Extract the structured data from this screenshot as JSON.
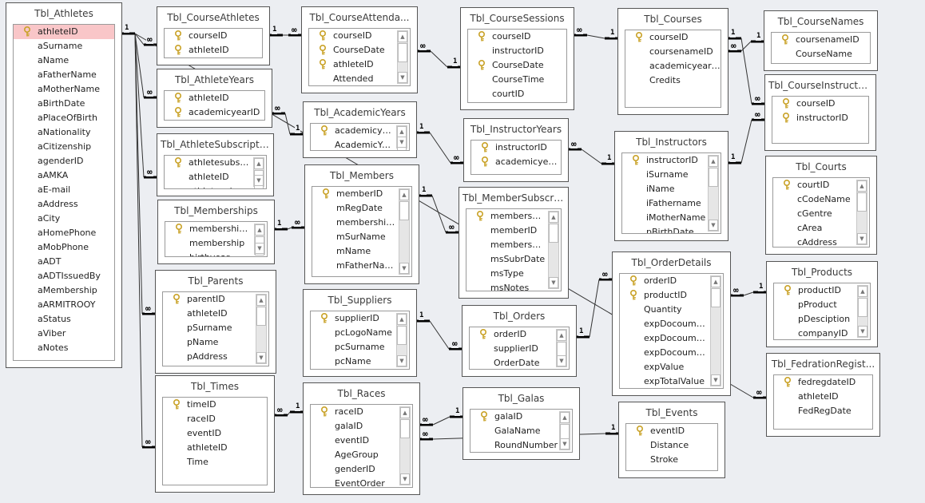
{
  "diagram": {
    "title": "Relationships",
    "symbols": {
      "one": "1",
      "many": "∞"
    },
    "colors": {
      "background": "#eceef2",
      "selected_field": "#f9c6c8",
      "border": "#555555",
      "key": "#c9a227"
    }
  },
  "tables": [
    {
      "id": "athletes",
      "title": "Tbl_Athletes",
      "scroll": false,
      "fields": [
        {
          "name": "athleteID",
          "key": true,
          "selected": true
        },
        {
          "name": "aSurname"
        },
        {
          "name": "aName"
        },
        {
          "name": "aFatherName"
        },
        {
          "name": "aMotherName"
        },
        {
          "name": "aBirthDate"
        },
        {
          "name": "aPlaceOfBirth"
        },
        {
          "name": "aNationality"
        },
        {
          "name": "aCitizenship"
        },
        {
          "name": "agenderID"
        },
        {
          "name": "aAMKA"
        },
        {
          "name": "aE-mail"
        },
        {
          "name": "aAddress"
        },
        {
          "name": "aCity"
        },
        {
          "name": "aHomePhone"
        },
        {
          "name": "aMobPhone"
        },
        {
          "name": "aADT"
        },
        {
          "name": "aADTIssuedBy"
        },
        {
          "name": "aMembership"
        },
        {
          "name": "aARMITROOY"
        },
        {
          "name": "aStatus"
        },
        {
          "name": "aViber"
        },
        {
          "name": "aNotes"
        }
      ]
    },
    {
      "id": "courseathletes",
      "title": "Tbl_CourseAthletes",
      "scroll": false,
      "fields": [
        {
          "name": "courseID",
          "key": true
        },
        {
          "name": "athleteID",
          "key": true
        }
      ]
    },
    {
      "id": "athleteyears",
      "title": "Tbl_AthleteYears",
      "scroll": false,
      "fields": [
        {
          "name": "athleteID",
          "key": true
        },
        {
          "name": "academicyearID",
          "key": true
        }
      ]
    },
    {
      "id": "athletesubscriptions",
      "title": "Tbl_AthleteSubscripti...",
      "scroll": true,
      "fields": [
        {
          "name": "athletesubscript",
          "key": true
        },
        {
          "name": "athleteID"
        },
        {
          "name": "athletesubscript"
        }
      ]
    },
    {
      "id": "memberships",
      "title": "Tbl_Memberships",
      "scroll": true,
      "fields": [
        {
          "name": "membershipID",
          "key": true
        },
        {
          "name": "membership"
        },
        {
          "name": "birthyear"
        }
      ]
    },
    {
      "id": "parents",
      "title": "Tbl_Parents",
      "scroll": true,
      "fields": [
        {
          "name": "parentID",
          "key": true
        },
        {
          "name": "athleteID"
        },
        {
          "name": "pSurname"
        },
        {
          "name": "pName"
        },
        {
          "name": "pAddress"
        }
      ]
    },
    {
      "id": "times",
      "title": "Tbl_Times",
      "scroll": false,
      "fields": [
        {
          "name": "timeID",
          "key": true
        },
        {
          "name": "raceID"
        },
        {
          "name": "eventID"
        },
        {
          "name": "athleteID"
        },
        {
          "name": "Time"
        }
      ]
    },
    {
      "id": "courseattendance",
      "title": "Tbl_CourseAttenda...",
      "scroll": true,
      "fields": [
        {
          "name": "courseID",
          "key": true
        },
        {
          "name": "CourseDate",
          "key": true
        },
        {
          "name": "athleteID",
          "key": true
        },
        {
          "name": "Attended"
        }
      ]
    },
    {
      "id": "academicyears",
      "title": "Tbl_AcademicYears",
      "scroll": true,
      "fields": [
        {
          "name": "academicyearID",
          "key": true
        },
        {
          "name": "AcademicYear"
        }
      ]
    },
    {
      "id": "members",
      "title": "Tbl_Members",
      "scroll": true,
      "fields": [
        {
          "name": "memberID",
          "key": true
        },
        {
          "name": "mRegDate"
        },
        {
          "name": "membershipId"
        },
        {
          "name": "mSurName"
        },
        {
          "name": "mName"
        },
        {
          "name": "mFatherName"
        }
      ]
    },
    {
      "id": "suppliers",
      "title": "Tbl_Suppliers",
      "scroll": true,
      "fields": [
        {
          "name": "supplierID",
          "key": true
        },
        {
          "name": "pcLogoName"
        },
        {
          "name": "pcSurname"
        },
        {
          "name": "pcName"
        }
      ]
    },
    {
      "id": "races",
      "title": "Tbl_Races",
      "scroll": true,
      "fields": [
        {
          "name": "raceID",
          "key": true
        },
        {
          "name": "galaID"
        },
        {
          "name": "eventID"
        },
        {
          "name": "AgeGroup"
        },
        {
          "name": "genderID"
        },
        {
          "name": "EventOrder"
        }
      ]
    },
    {
      "id": "coursesessions",
      "title": "Tbl_CourseSessions",
      "scroll": false,
      "fields": [
        {
          "name": "courseID",
          "key": true
        },
        {
          "name": "instructorID"
        },
        {
          "name": "CourseDate",
          "key": true
        },
        {
          "name": "CourseTime"
        },
        {
          "name": "courtID"
        }
      ]
    },
    {
      "id": "instructoryears",
      "title": "Tbl_InstructorYears",
      "scroll": false,
      "fields": [
        {
          "name": "instructorID",
          "key": true
        },
        {
          "name": "academicyearID",
          "key": true
        }
      ]
    },
    {
      "id": "membersubscriptions",
      "title": "Tbl_MemberSubscri...",
      "scroll": true,
      "fields": [
        {
          "name": "membersubscr",
          "key": true
        },
        {
          "name": "memberID"
        },
        {
          "name": "membersubscr"
        },
        {
          "name": "msSubrDate"
        },
        {
          "name": "msType"
        },
        {
          "name": "msNotes"
        }
      ]
    },
    {
      "id": "orders",
      "title": "Tbl_Orders",
      "scroll": true,
      "fields": [
        {
          "name": "orderID",
          "key": true
        },
        {
          "name": "supplierID"
        },
        {
          "name": "OrderDate"
        }
      ]
    },
    {
      "id": "galas",
      "title": "Tbl_Galas",
      "scroll": true,
      "fields": [
        {
          "name": "galaID",
          "key": true
        },
        {
          "name": "GalaName"
        },
        {
          "name": "RoundNumber"
        }
      ]
    },
    {
      "id": "courses",
      "title": "Tbl_Courses",
      "scroll": false,
      "fields": [
        {
          "name": "courseID",
          "key": true
        },
        {
          "name": "coursenameID"
        },
        {
          "name": "academicyearID"
        },
        {
          "name": "Credits"
        }
      ]
    },
    {
      "id": "instructors",
      "title": "Tbl_Instructors",
      "scroll": true,
      "fields": [
        {
          "name": "instructorID",
          "key": true
        },
        {
          "name": "iSurname"
        },
        {
          "name": "iName"
        },
        {
          "name": "iFathername"
        },
        {
          "name": "iMotherName"
        },
        {
          "name": "pBirthDate"
        }
      ]
    },
    {
      "id": "orderdetails",
      "title": "Tbl_OrderDetails",
      "scroll": true,
      "fields": [
        {
          "name": "orderID",
          "key": true
        },
        {
          "name": "productID",
          "key": true
        },
        {
          "name": "Quantity"
        },
        {
          "name": "expDocoumentTy"
        },
        {
          "name": "expDocoumentN"
        },
        {
          "name": "expDocoumentD"
        },
        {
          "name": "expValue"
        },
        {
          "name": "expTotalValue"
        }
      ]
    },
    {
      "id": "events",
      "title": "Tbl_Events",
      "scroll": false,
      "fields": [
        {
          "name": "eventID",
          "key": true
        },
        {
          "name": "Distance"
        },
        {
          "name": "Stroke"
        }
      ]
    },
    {
      "id": "coursenames",
      "title": "Tbl_CourseNames",
      "scroll": false,
      "fields": [
        {
          "name": "coursenameID",
          "key": true
        },
        {
          "name": "CourseName"
        }
      ]
    },
    {
      "id": "courseinstructors",
      "title": "Tbl_CourseInstructors",
      "scroll": false,
      "fields": [
        {
          "name": "courseID",
          "key": true
        },
        {
          "name": "instructorID",
          "key": true
        }
      ]
    },
    {
      "id": "courts",
      "title": "Tbl_Courts",
      "scroll": true,
      "fields": [
        {
          "name": "courtID",
          "key": true
        },
        {
          "name": "cCodeName"
        },
        {
          "name": "cGentre"
        },
        {
          "name": "cArea"
        },
        {
          "name": "cAddress"
        }
      ]
    },
    {
      "id": "products",
      "title": "Tbl_Products",
      "scroll": true,
      "fields": [
        {
          "name": "productID",
          "key": true
        },
        {
          "name": "pProduct"
        },
        {
          "name": "pDesciption"
        },
        {
          "name": "companyID"
        }
      ]
    },
    {
      "id": "fedregistrations",
      "title": "Tbl_FedrationRegist...",
      "scroll": false,
      "fields": [
        {
          "name": "fedregdateID",
          "key": true
        },
        {
          "name": "athleteID"
        },
        {
          "name": "FedRegDate"
        }
      ]
    }
  ],
  "relationships": [
    {
      "from": "athletes",
      "to": "courseathletes",
      "one": "1",
      "many": "∞"
    },
    {
      "from": "athletes",
      "to": "athleteyears",
      "one": "1",
      "many": "∞"
    },
    {
      "from": "athletes",
      "to": "athletesubscriptions",
      "one": "1",
      "many": "∞"
    },
    {
      "from": "athletes",
      "to": "parents",
      "one": "1",
      "many": "∞"
    },
    {
      "from": "athletes",
      "to": "times",
      "one": "1",
      "many": "∞"
    },
    {
      "from": "courseathletes",
      "to": "courseattendance",
      "one": "1",
      "many": "∞"
    },
    {
      "from": "academicyears",
      "to": "athleteyears",
      "one": "1",
      "many": "∞"
    },
    {
      "from": "coursesessions",
      "to": "courseattendance",
      "one": "1",
      "many": "∞"
    },
    {
      "from": "courses",
      "to": "coursesessions",
      "one": "1",
      "many": "∞"
    },
    {
      "from": "academicyears",
      "to": "instructoryears",
      "one": "1",
      "many": "∞"
    },
    {
      "from": "instructors",
      "to": "instructoryears",
      "one": "1",
      "many": "∞"
    },
    {
      "from": "coursenames",
      "to": "courses",
      "one": "1",
      "many": "∞"
    },
    {
      "from": "courses",
      "to": "courseinstructors",
      "one": "1",
      "many": "∞"
    },
    {
      "from": "instructors",
      "to": "courseinstructors",
      "one": "1",
      "many": "∞"
    },
    {
      "from": "memberships",
      "to": "members",
      "one": "1",
      "many": "∞"
    },
    {
      "from": "members",
      "to": "membersubscriptions",
      "one": "1",
      "many": "∞"
    },
    {
      "from": "suppliers",
      "to": "orders",
      "one": "1",
      "many": "∞"
    },
    {
      "from": "orders",
      "to": "orderdetails",
      "one": "1",
      "many": "∞"
    },
    {
      "from": "products",
      "to": "orderdetails",
      "one": "1",
      "many": "∞"
    },
    {
      "from": "races",
      "to": "times",
      "one": "1",
      "many": "∞"
    },
    {
      "from": "galas",
      "to": "races",
      "one": "1",
      "many": "∞"
    },
    {
      "from": "events",
      "to": "races",
      "one": "1",
      "many": "∞"
    },
    {
      "from": "athletes",
      "to": "fedregistrations",
      "one": "1",
      "many": "∞"
    }
  ]
}
